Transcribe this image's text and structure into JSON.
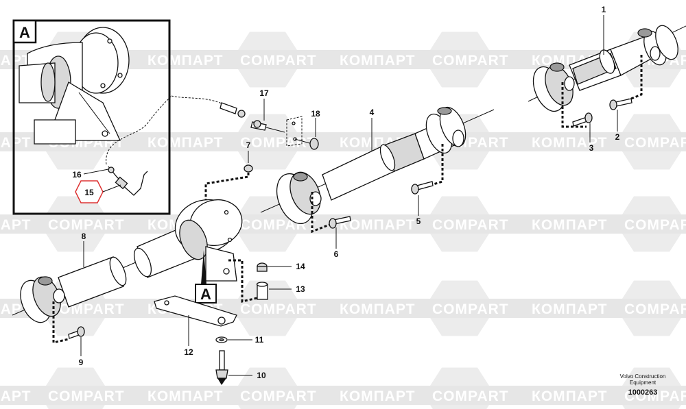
{
  "watermark": {
    "text_ru": "КОМПАРТ",
    "text_en": "COMPART"
  },
  "detail": {
    "label": "A",
    "pointer_label": "A"
  },
  "callouts": [
    {
      "id": "1",
      "label": "1"
    },
    {
      "id": "2",
      "label": "2"
    },
    {
      "id": "3",
      "label": "3"
    },
    {
      "id": "4",
      "label": "4"
    },
    {
      "id": "5",
      "label": "5"
    },
    {
      "id": "6",
      "label": "6"
    },
    {
      "id": "7",
      "label": "7"
    },
    {
      "id": "8",
      "label": "8"
    },
    {
      "id": "9",
      "label": "9"
    },
    {
      "id": "10",
      "label": "10"
    },
    {
      "id": "11",
      "label": "11"
    },
    {
      "id": "12",
      "label": "12"
    },
    {
      "id": "13",
      "label": "13"
    },
    {
      "id": "14",
      "label": "14"
    },
    {
      "id": "15",
      "label": "15"
    },
    {
      "id": "16",
      "label": "16"
    },
    {
      "id": "17",
      "label": "17"
    },
    {
      "id": "18",
      "label": "18"
    }
  ],
  "footer": {
    "company_line1": "Volvo Construction",
    "company_line2": "Equipment",
    "drawing_number": "1000263"
  }
}
